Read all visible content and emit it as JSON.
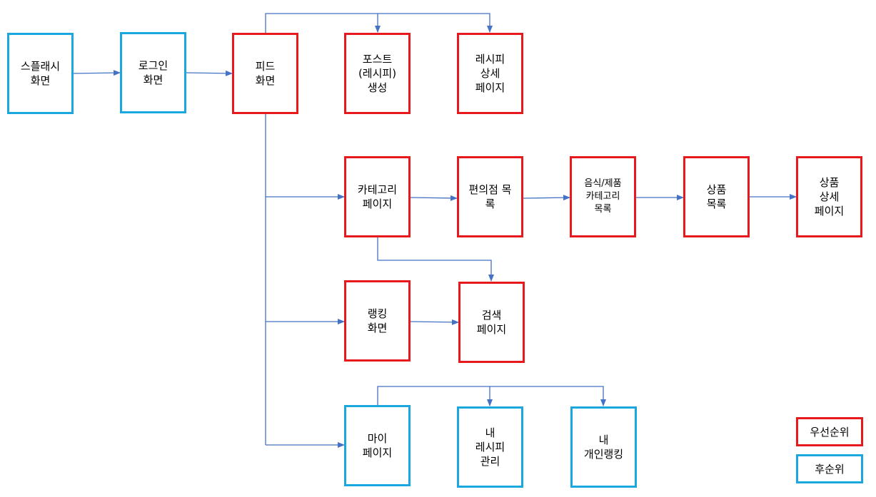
{
  "nodes": {
    "splash": "스플래시\n화면",
    "login": "로그인\n화면",
    "feed": "피드\n화면",
    "post_create": "포스트\n(레시피)\n생성",
    "recipe_detail": "레시피\n상세\n페이지",
    "category": "카테고리\n페이지",
    "store_list": "편의점 목\n록",
    "food_category": "음식/제품\n카테고리\n목록",
    "product_list": "상품\n목록",
    "product_detail": "상품\n상세\n페이지",
    "ranking": "랭킹\n화면",
    "search": "검색\n페이지",
    "mypage": "마이\n페이지",
    "my_recipes": "내\n레시피\n관리",
    "my_ranking": "내\n개인랭킹"
  },
  "legend": {
    "high_priority": "우선순위",
    "low_priority": "후순위"
  },
  "colors": {
    "high_priority": "#e8191c",
    "low_priority": "#19a7de",
    "connector": "#4472c4"
  }
}
